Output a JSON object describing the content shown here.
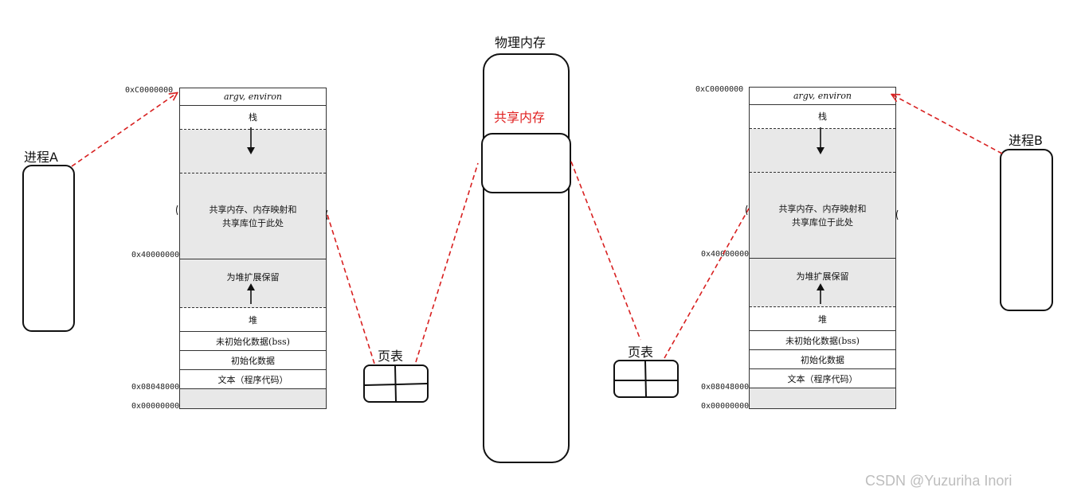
{
  "physical_memory": {
    "title": "物理内存",
    "shared_label": "共享内存",
    "shared_color": "#e02020"
  },
  "process_a": {
    "label": "进程A"
  },
  "process_b": {
    "label": "进程B"
  },
  "page_table_a": {
    "label": "页表"
  },
  "page_table_b": {
    "label": "页表"
  },
  "address_space": {
    "addresses": {
      "top": "0xC0000000",
      "mid": "0x40000000",
      "text_start": "0x08048000",
      "zero": "0x00000000"
    },
    "segments": {
      "argv": "argv, environ",
      "stack": "栈",
      "shared": "共享内存、内存映射和\n共享库位于此处",
      "heap_reserve": "为堆扩展保留",
      "heap": "堆",
      "bss": "未初始化数据(bss)",
      "data": "初始化数据",
      "text": "文本（程序代码）"
    }
  },
  "watermark": "CSDN @Yuzuriha  Inori",
  "colors": {
    "arrow": "#d82020",
    "line": "#111111"
  }
}
